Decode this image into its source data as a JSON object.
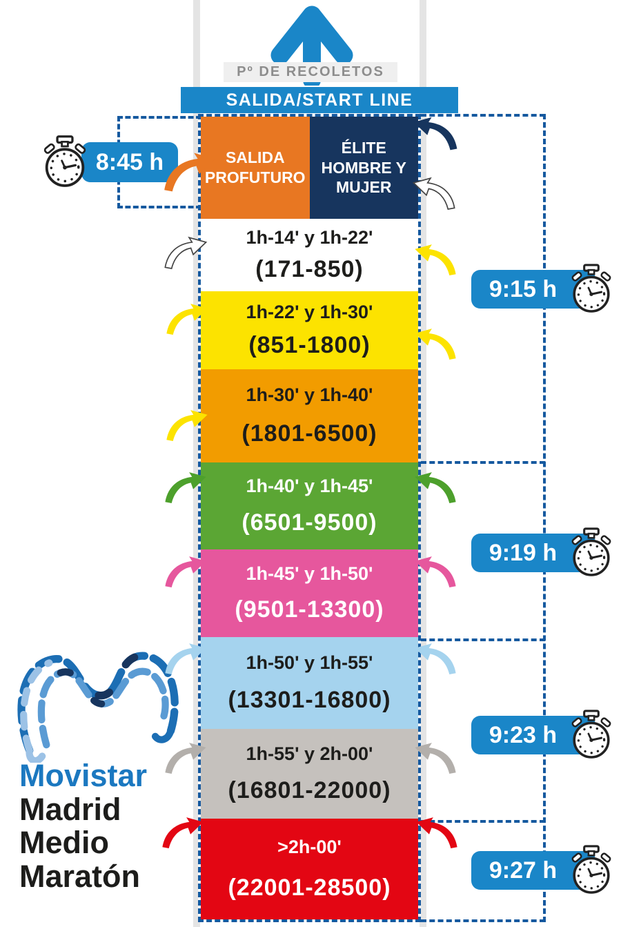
{
  "direction_sign": {
    "street": "Pº DE RECOLETOS",
    "start_line": "SALIDA/START LINE"
  },
  "elite_row": {
    "left": "SALIDA PROFUTURO",
    "right": "ÉLITE HOMBRE Y MUJER"
  },
  "corrals": [
    {
      "time_range": "1h-14' y 1h-22'",
      "bibs": "(171-850)",
      "bg": "#ffffff",
      "fg": "#1d1d1b"
    },
    {
      "time_range": "1h-22' y 1h-30'",
      "bibs": "(851-1800)",
      "bg": "#fce300",
      "fg": "#1d1d1b"
    },
    {
      "time_range": "1h-30' y 1h-40'",
      "bibs": "(1801-6500)",
      "bg": "#f29c00",
      "fg": "#1d1d1b"
    },
    {
      "time_range": "1h-40' y 1h-45'",
      "bibs": "(6501-9500)",
      "bg": "#5ba634",
      "fg": "#ffffff"
    },
    {
      "time_range": "1h-45' y 1h-50'",
      "bibs": "(9501-13300)",
      "bg": "#e6579d",
      "fg": "#ffffff"
    },
    {
      "time_range": "1h-50' y 1h-55'",
      "bibs": "(13301-16800)",
      "bg": "#a5d3ee",
      "fg": "#1d1d1b"
    },
    {
      "time_range": "1h-55' y 2h-00'",
      "bibs": "(16801-22000)",
      "bg": "#c5c1bd",
      "fg": "#1d1d1b"
    },
    {
      "time_range": ">2h-00'",
      "bibs": "(22001-28500)",
      "bg": "#e30613",
      "fg": "#ffffff"
    }
  ],
  "start_times": [
    {
      "time": "8:45 h"
    },
    {
      "time": "9:15 h"
    },
    {
      "time": "9:19 h"
    },
    {
      "time": "9:23 h"
    },
    {
      "time": "9:27 h"
    }
  ],
  "branding": {
    "sponsor": "Movistar",
    "event": [
      "Madrid",
      "Medio",
      "Maratón"
    ]
  },
  "colors": {
    "accent_blue": "#1a86c8",
    "dashed_blue": "#15599f",
    "elite_orange": "#e87722",
    "elite_navy": "#17355e",
    "brand_blue": "#1b78c0"
  }
}
